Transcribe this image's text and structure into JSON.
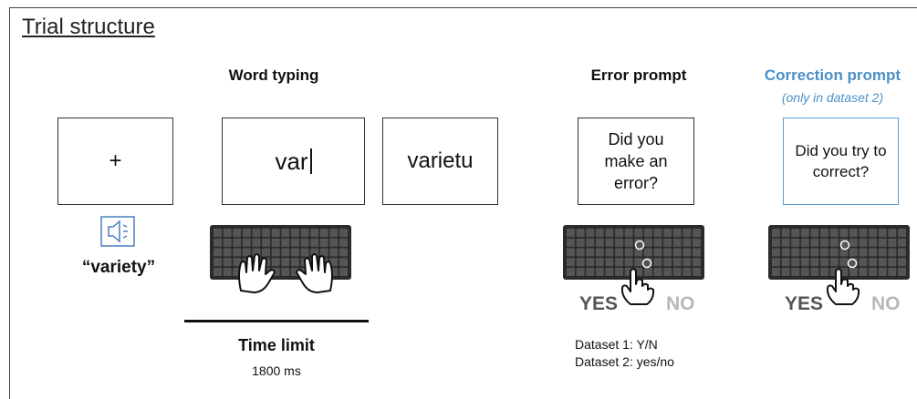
{
  "title": "Trial structure",
  "headings": {
    "word_typing": "Word typing",
    "error_prompt": "Error prompt",
    "correction_prompt": "Correction prompt",
    "correction_note": "(only in dataset 2)"
  },
  "screens": {
    "fixation": "+",
    "typing": "var",
    "typed_word": "varietu",
    "error_question": "Did you make an error?",
    "correction_question": "Did you try to correct?"
  },
  "audio_word": "“variety”",
  "time_limit": {
    "label": "Time limit",
    "value": "1800 ms"
  },
  "responses": {
    "yes": "YES",
    "no": "NO"
  },
  "dataset_notes": [
    "Dataset 1: Y/N",
    "Dataset 2: yes/no"
  ],
  "icons": [
    "speaker-icon",
    "keyboard-icon",
    "hand-icon"
  ],
  "colors": {
    "accent": "#5b9bd5",
    "keyboard": "#2b2b2b",
    "key": "#555555"
  }
}
